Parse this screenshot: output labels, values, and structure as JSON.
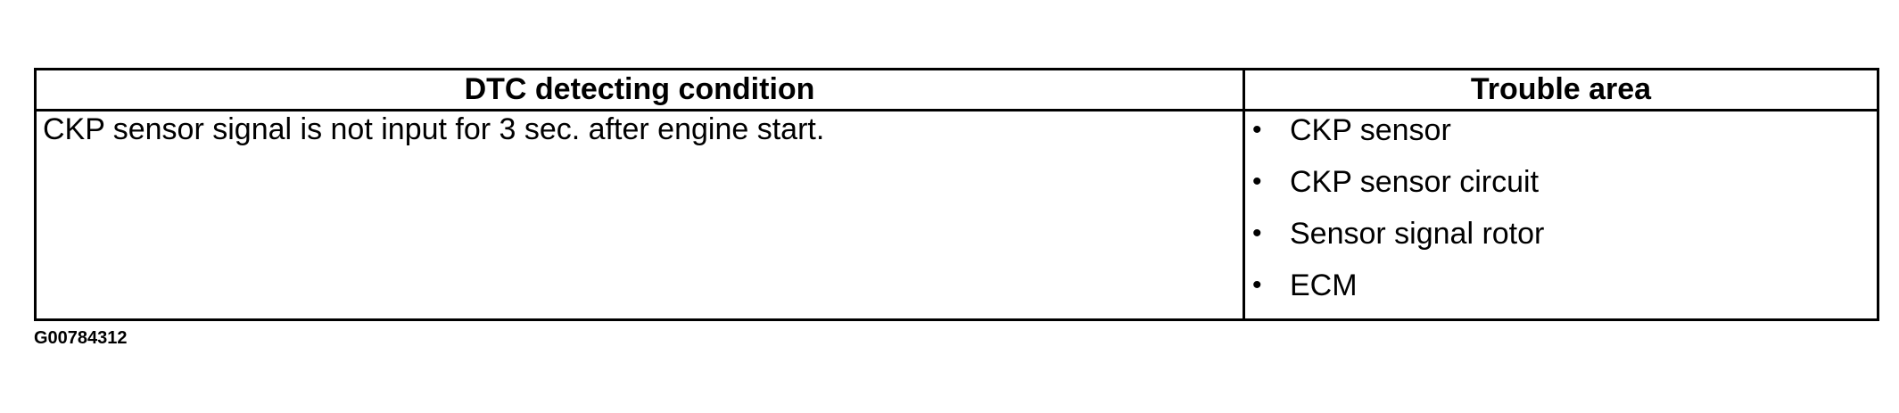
{
  "table": {
    "headers": {
      "condition": "DTC detecting condition",
      "trouble_area": "Trouble area"
    },
    "rows": [
      {
        "condition": "CKP sensor signal is not input for 3 sec. after engine start.",
        "trouble_areas": [
          "CKP sensor",
          "CKP sensor circuit",
          "Sensor signal rotor",
          "ECM"
        ]
      }
    ],
    "bullet": "•"
  },
  "figure_id": "G00784312"
}
